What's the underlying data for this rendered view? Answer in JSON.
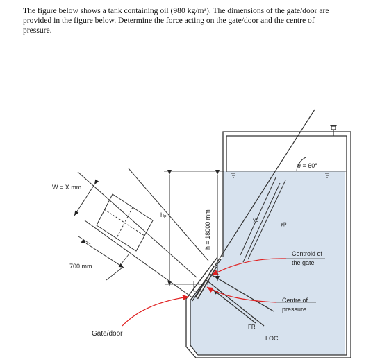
{
  "problem": {
    "line1": "The figure below shows a tank containing oil (980 kg/m³). The dimensions of the gate/door are",
    "line2": "provided in the figure below. Determine the force acting on the gate/door and the centre of",
    "line3": "pressure."
  },
  "figure": {
    "theta_label": "θ = 60°",
    "width_label": "W = X mm",
    "length_label": "700 mm",
    "hp_label": "hₚ",
    "depth_label": "h = 18000 mm",
    "yc_label": "yc",
    "yp_label": "yp",
    "centroid_label_1": "Centroid of",
    "centroid_label_2": "the gate",
    "cop_label_1": "Centre of",
    "cop_label_2": "pressure",
    "fr_label": "FR",
    "loc_label": "LOC",
    "gate_label": "Gate/door",
    "water_color": "#d7e2ee",
    "arrow_color": "#e02020"
  }
}
